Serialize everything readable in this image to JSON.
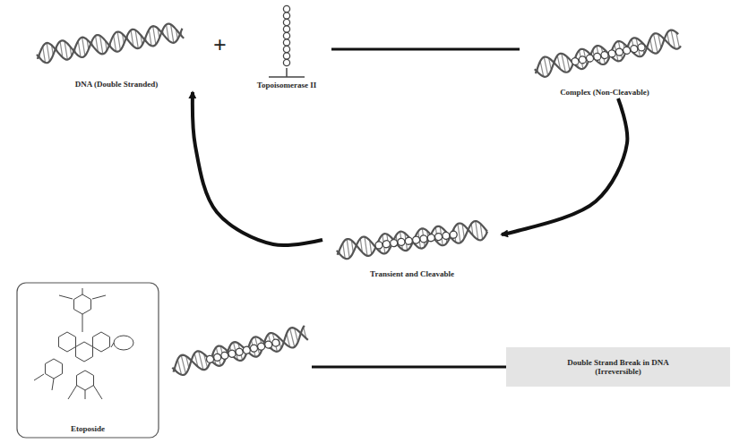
{
  "diagram": {
    "nodes": [
      {
        "text": [
          "DNA (Double Stranded)"
        ]
      },
      {
        "text": [
          "Topoisomerase II"
        ]
      },
      {
        "text": [
          "Complex (Non-Cleavable)"
        ]
      },
      {
        "text": [
          "Transient and Cleavable"
        ]
      },
      {
        "text": [
          "Etoposide"
        ]
      },
      {
        "text": [
          "Double Strand Break in DNA (Irreversible)"
        ]
      }
    ],
    "edges": [
      {
        "from": 1,
        "to": 2,
        "arrow": "none"
      },
      {
        "from": 2,
        "to": 3,
        "arrow": "to"
      },
      {
        "from": 3,
        "to": 0,
        "arrow": "to"
      },
      {
        "from": 4,
        "to": 5,
        "arrow": "none"
      }
    ],
    "labels": [
      "+"
    ]
  }
}
